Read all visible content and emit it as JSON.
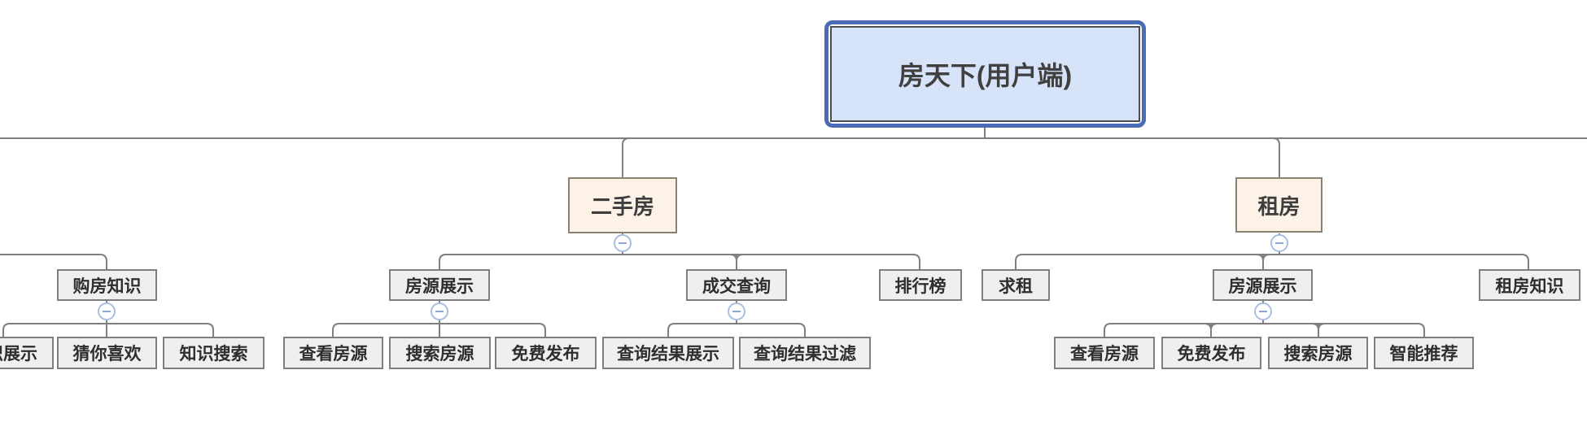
{
  "mindmap": {
    "root": {
      "label": "房天下(用户端)",
      "selected": true
    },
    "branches": [
      {
        "label": "二手房",
        "children": [
          {
            "label": "房源展示",
            "children": [
              {
                "label": "查看房源"
              },
              {
                "label": "搜索房源"
              },
              {
                "label": "免费发布"
              }
            ]
          },
          {
            "label": "成交查询",
            "children": [
              {
                "label": "查询结果展示"
              },
              {
                "label": "查询结果过滤"
              }
            ]
          },
          {
            "label": "排行榜",
            "children": []
          }
        ]
      },
      {
        "label": "租房",
        "children": [
          {
            "label": "求租",
            "children": []
          },
          {
            "label": "房源展示",
            "children": [
              {
                "label": "查看房源"
              },
              {
                "label": "免费发布"
              },
              {
                "label": "搜索房源"
              },
              {
                "label": "智能推荐"
              }
            ]
          },
          {
            "label": "租房知识",
            "children": []
          }
        ]
      }
    ],
    "offscreen_left_branch": {
      "label": "购房知识",
      "children": [
        {
          "label": "知识展示",
          "partially_visible": true
        },
        {
          "label": "猜你喜欢"
        },
        {
          "label": "知识搜索"
        }
      ]
    }
  },
  "icons": {
    "collapse": "minus-in-circle"
  },
  "colors": {
    "selection_border": "#4a6bb5",
    "root_fill": "#d7e3f8",
    "branch_fill": "#fcf2e8",
    "branch_border": "#8b8173",
    "node_fill": "#efefef",
    "node_border": "#7f7f7f",
    "connector_line": "#7f7f7f",
    "collapse_ring": "#a9bfe2",
    "collapse_minus": "#8fa6d0"
  }
}
